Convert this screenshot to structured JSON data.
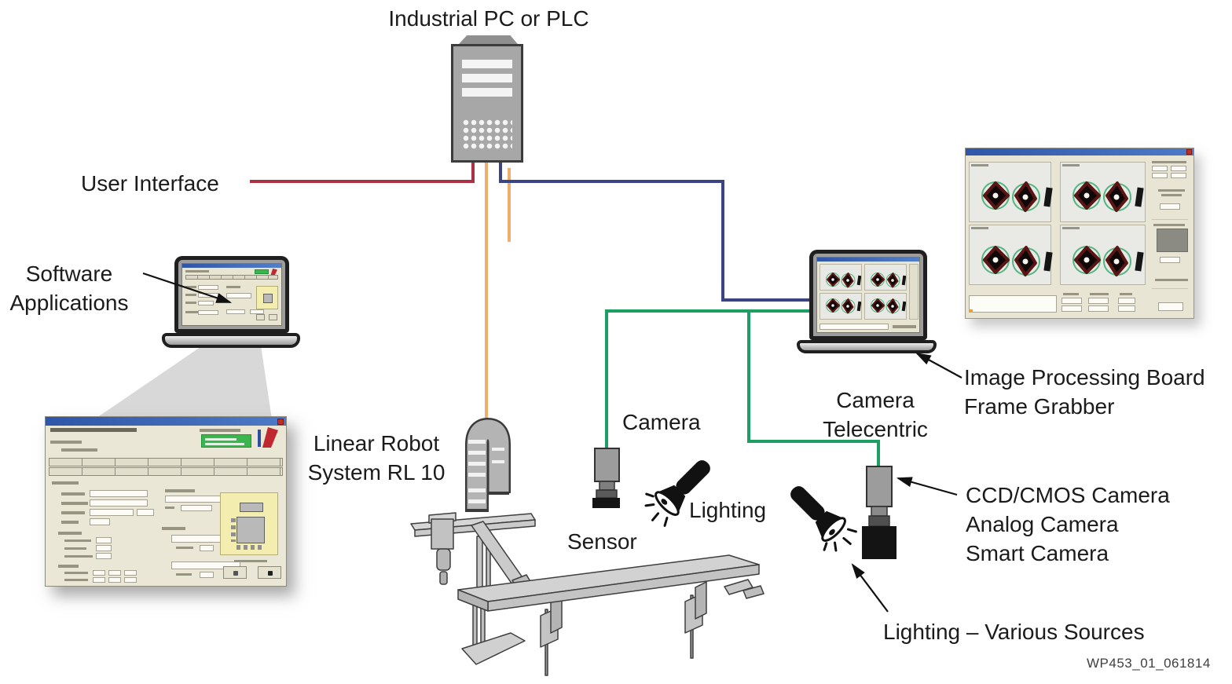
{
  "diagram": {
    "title": "Industrial PC or PLC",
    "labels": {
      "user_interface": "User Interface",
      "software_applications": [
        "Software",
        "Applications"
      ],
      "linear_robot": [
        "Linear Robot",
        "System RL 10"
      ],
      "camera": "Camera",
      "lighting": "Lighting",
      "sensor": "Sensor",
      "camera_telecentric": [
        "Camera",
        "Telecentric"
      ],
      "image_processing": [
        "Image Processing Board",
        "Frame Grabber"
      ],
      "camera_types": [
        "CCD/CMOS Camera",
        "Analog Camera",
        "Smart Camera"
      ],
      "lighting_various": "Lighting – Various Sources"
    },
    "watermark": "WP453_01_061814",
    "wire_colors": {
      "user_interface_wire": "#a93244",
      "robot_wire": "#f0ad6d",
      "frame_grabber_wire": "#3a4384",
      "camera_wire": "#1d9e62"
    },
    "icons": {
      "flashlight_left": "flashlight-icon",
      "flashlight_right": "flashlight-icon",
      "window_close": "close-icon",
      "pointer_arrows": "arrow-icon"
    }
  }
}
